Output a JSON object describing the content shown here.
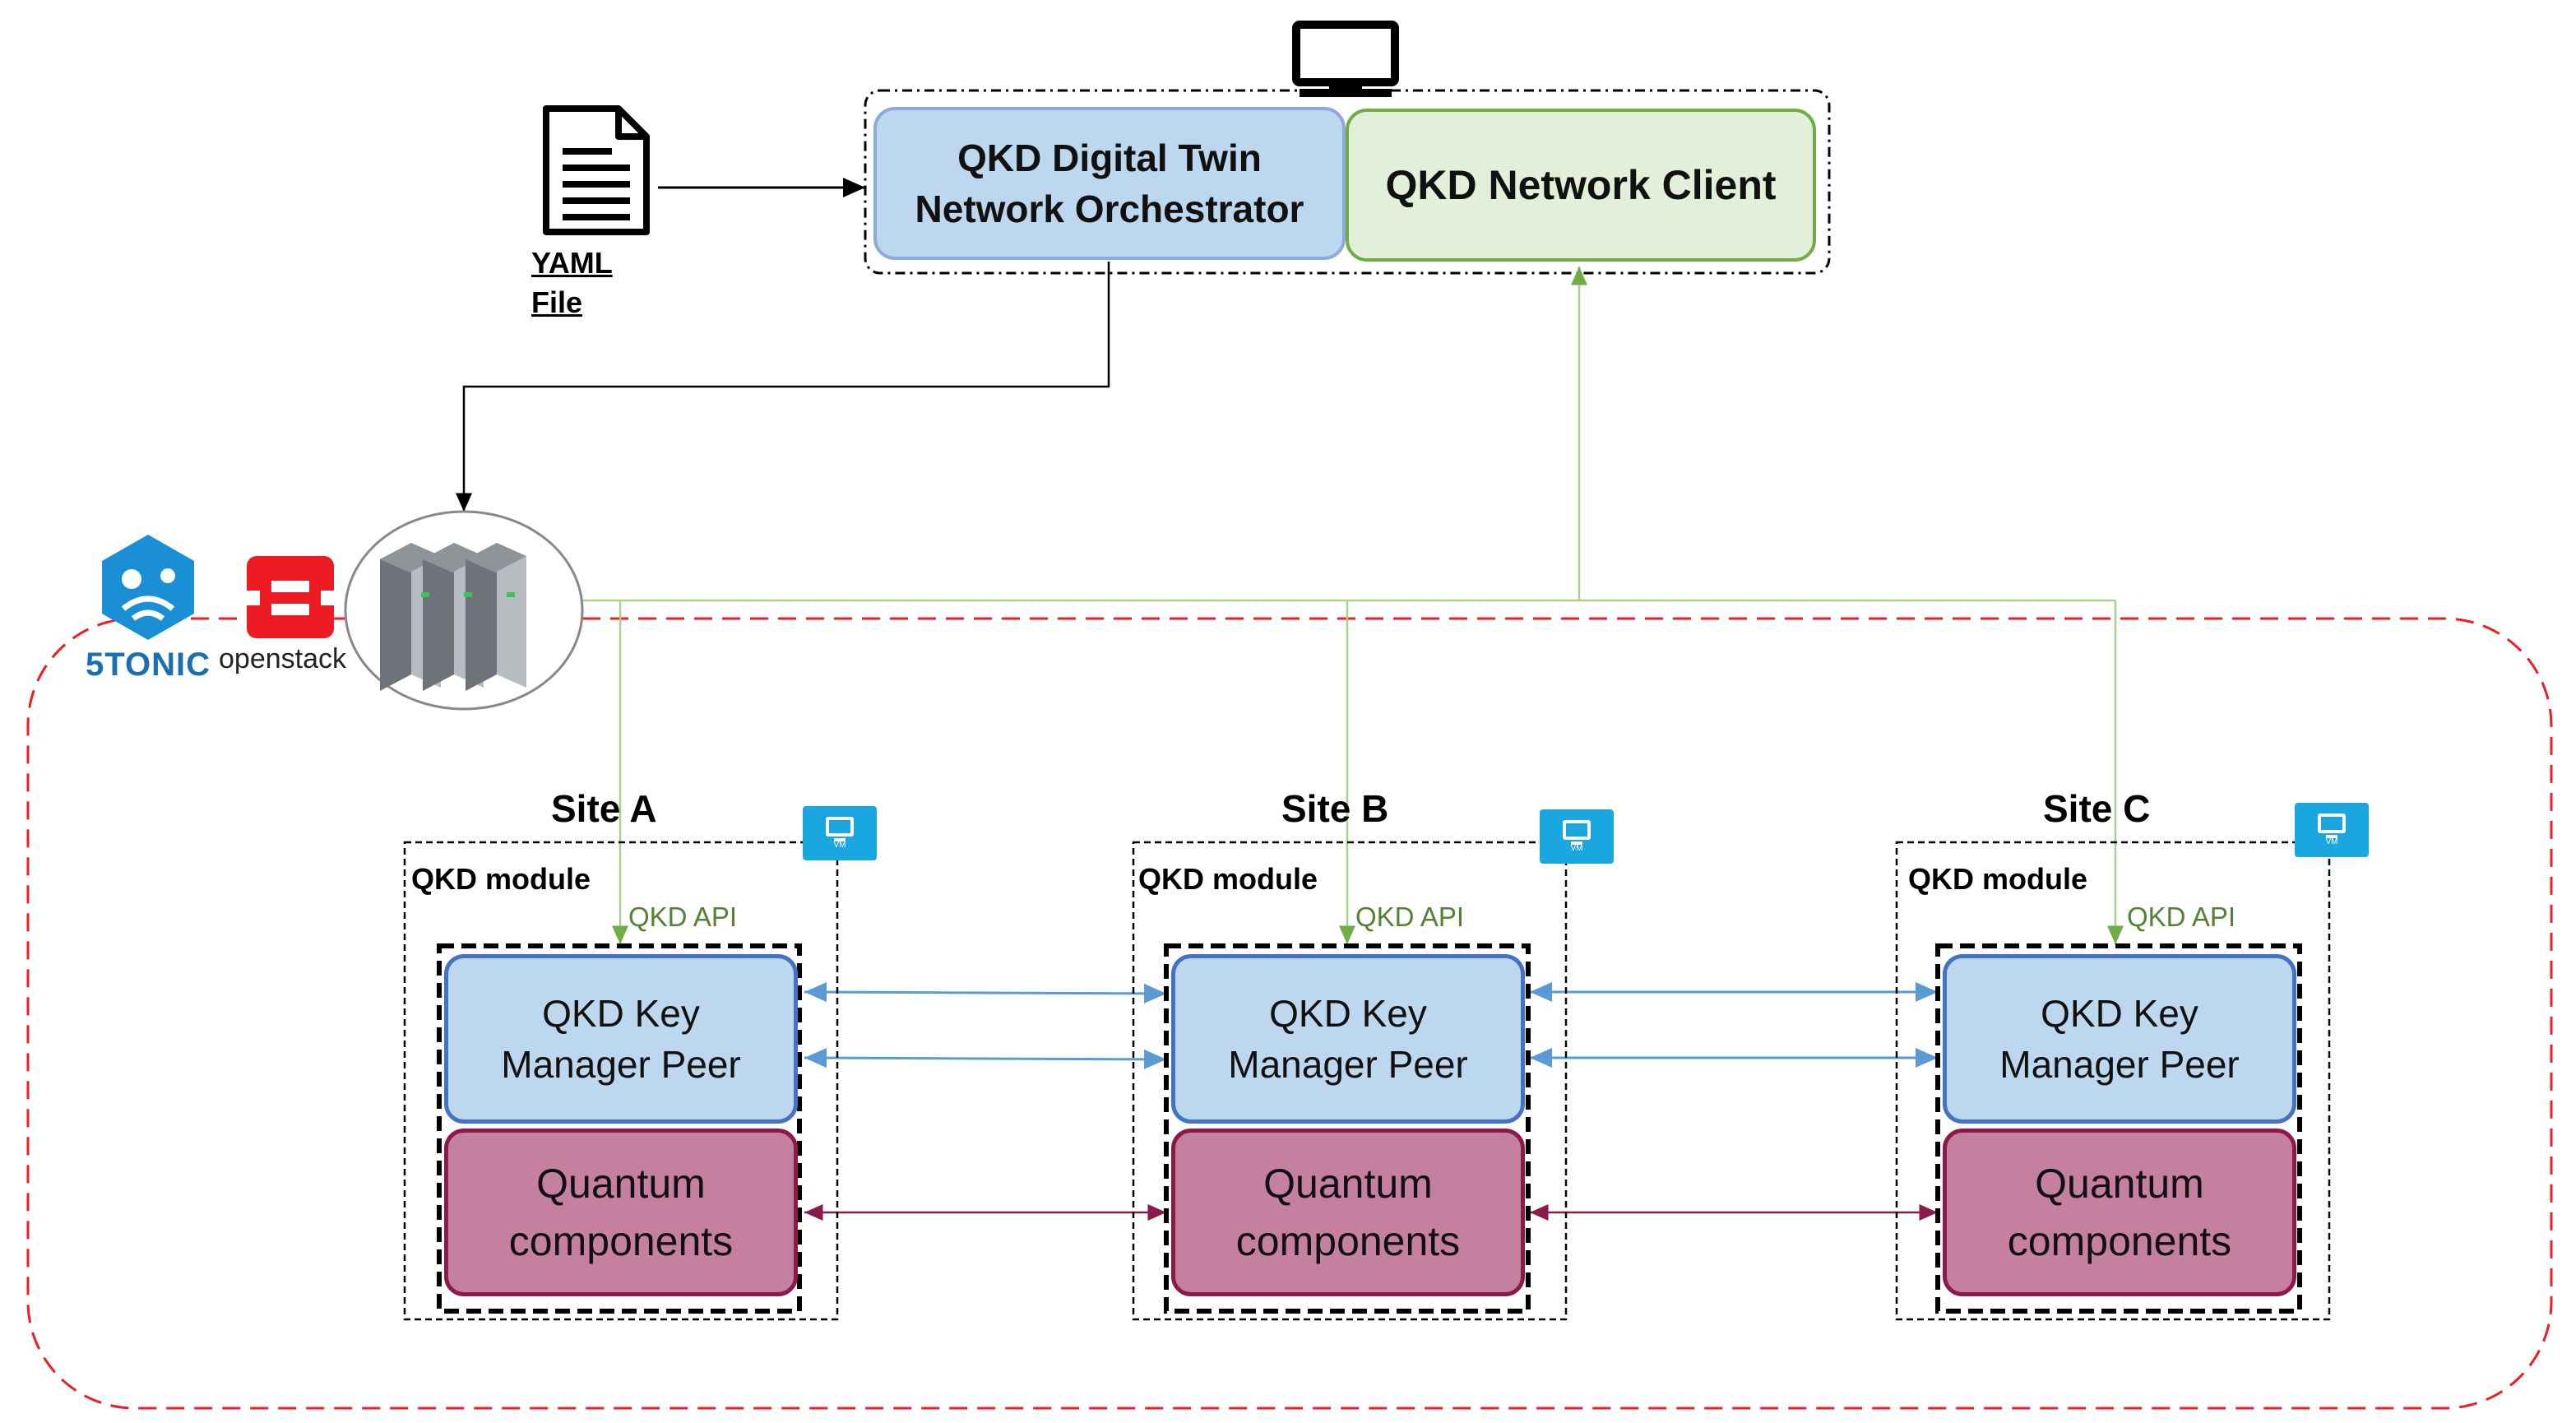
{
  "orchestrator": {
    "line1": "QKD Digital Twin",
    "line2": "Network Orchestrator"
  },
  "client": {
    "label": "QKD Network Client"
  },
  "yaml": {
    "line1": "YAML",
    "line2": "File"
  },
  "logos": {
    "fivetonic": "5TONIC",
    "openstack": "openstack"
  },
  "sites": [
    {
      "title": "Site A",
      "module": "QKD module",
      "api": "QKD API",
      "kmp_line1": "QKD Key",
      "kmp_line2": "Manager Peer",
      "qc_line1": "Quantum",
      "qc_line2": "components",
      "vm": "VM"
    },
    {
      "title": "Site B",
      "module": "QKD module",
      "api": "QKD API",
      "kmp_line1": "QKD Key",
      "kmp_line2": "Manager Peer",
      "qc_line1": "Quantum",
      "qc_line2": "components",
      "vm": "VM"
    },
    {
      "title": "Site C",
      "module": "QKD module",
      "api": "QKD API",
      "kmp_line1": "QKD Key",
      "kmp_line2": "Manager Peer",
      "qc_line1": "Quantum",
      "qc_line2": "components",
      "vm": "VM"
    }
  ],
  "colors": {
    "orchestrator_fill": "#bdd7ee",
    "client_fill": "#e2efd9",
    "client_border": "#70ad47",
    "kmp_fill": "#bdd7ee",
    "kmp_border": "#4472c4",
    "qc_fill": "#c6809f",
    "qc_border": "#8b1a4b",
    "api_line": "#a9d18e",
    "api_text": "#548235",
    "cloud_border": "#ee1c25",
    "vm_icon": "#1aa7e0"
  }
}
